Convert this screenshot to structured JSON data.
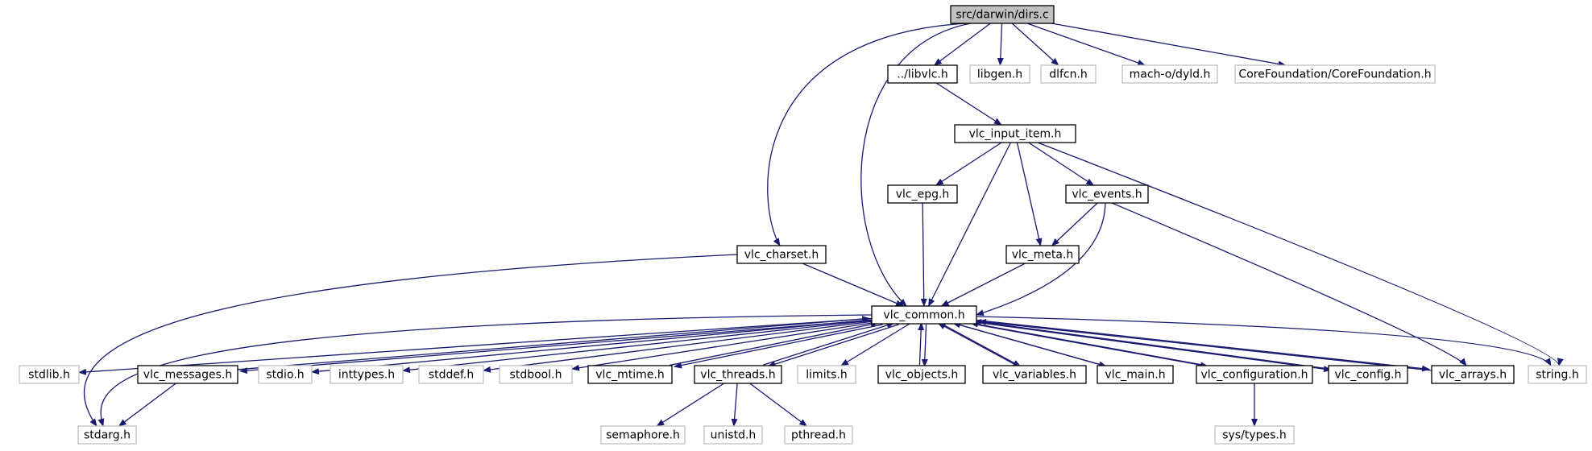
{
  "colors": {
    "edge": "#191970",
    "root_fill": "#bfbfbf",
    "root_border": "#000000",
    "local_border": "#000000",
    "external_border": "#bfbfbf",
    "external_text": "#4d4d4d"
  },
  "nodes": [
    {
      "id": "dirs_c",
      "label": "src/darwin/dirs.c",
      "kind": "root"
    },
    {
      "id": "libvlc_h",
      "label": "../libvlc.h",
      "kind": "local"
    },
    {
      "id": "libgen_h",
      "label": "libgen.h",
      "kind": "external"
    },
    {
      "id": "dlfcn_h",
      "label": "dlfcn.h",
      "kind": "external"
    },
    {
      "id": "dyld_h",
      "label": "mach-o/dyld.h",
      "kind": "external"
    },
    {
      "id": "cf_h",
      "label": "CoreFoundation/CoreFoundation.h",
      "kind": "external"
    },
    {
      "id": "input_item_h",
      "label": "vlc_input_item.h",
      "kind": "local"
    },
    {
      "id": "epg_h",
      "label": "vlc_epg.h",
      "kind": "local"
    },
    {
      "id": "events_h",
      "label": "vlc_events.h",
      "kind": "local"
    },
    {
      "id": "charset_h",
      "label": "vlc_charset.h",
      "kind": "local"
    },
    {
      "id": "meta_h",
      "label": "vlc_meta.h",
      "kind": "local"
    },
    {
      "id": "common_h",
      "label": "vlc_common.h",
      "kind": "local"
    },
    {
      "id": "stdlib_h",
      "label": "stdlib.h",
      "kind": "external"
    },
    {
      "id": "messages_h",
      "label": "vlc_messages.h",
      "kind": "local"
    },
    {
      "id": "stdio_h",
      "label": "stdio.h",
      "kind": "external"
    },
    {
      "id": "inttypes_h",
      "label": "inttypes.h",
      "kind": "external"
    },
    {
      "id": "stddef_h",
      "label": "stddef.h",
      "kind": "external"
    },
    {
      "id": "stdbool_h",
      "label": "stdbool.h",
      "kind": "external"
    },
    {
      "id": "mtime_h",
      "label": "vlc_mtime.h",
      "kind": "local"
    },
    {
      "id": "threads_h",
      "label": "vlc_threads.h",
      "kind": "local"
    },
    {
      "id": "limits_h",
      "label": "limits.h",
      "kind": "external"
    },
    {
      "id": "objects_h",
      "label": "vlc_objects.h",
      "kind": "local"
    },
    {
      "id": "variables_h",
      "label": "vlc_variables.h",
      "kind": "local"
    },
    {
      "id": "main_h",
      "label": "vlc_main.h",
      "kind": "local"
    },
    {
      "id": "configuration_h",
      "label": "vlc_configuration.h",
      "kind": "local"
    },
    {
      "id": "config_h",
      "label": "vlc_config.h",
      "kind": "local"
    },
    {
      "id": "arrays_h",
      "label": "vlc_arrays.h",
      "kind": "local"
    },
    {
      "id": "string_h",
      "label": "string.h",
      "kind": "external"
    },
    {
      "id": "stdarg_h",
      "label": "stdarg.h",
      "kind": "external"
    },
    {
      "id": "semaphore_h",
      "label": "semaphore.h",
      "kind": "external"
    },
    {
      "id": "unistd_h",
      "label": "unistd.h",
      "kind": "external"
    },
    {
      "id": "pthread_h",
      "label": "pthread.h",
      "kind": "external"
    },
    {
      "id": "sys_types_h",
      "label": "sys/types.h",
      "kind": "external"
    }
  ],
  "edges": [
    [
      "dirs_c",
      "libvlc_h"
    ],
    [
      "dirs_c",
      "libgen_h"
    ],
    [
      "dirs_c",
      "dlfcn_h"
    ],
    [
      "dirs_c",
      "dyld_h"
    ],
    [
      "dirs_c",
      "cf_h"
    ],
    [
      "dirs_c",
      "charset_h"
    ],
    [
      "dirs_c",
      "common_h"
    ],
    [
      "libvlc_h",
      "input_item_h"
    ],
    [
      "input_item_h",
      "epg_h"
    ],
    [
      "input_item_h",
      "events_h"
    ],
    [
      "input_item_h",
      "meta_h"
    ],
    [
      "input_item_h",
      "common_h"
    ],
    [
      "input_item_h",
      "string_h"
    ],
    [
      "epg_h",
      "common_h"
    ],
    [
      "events_h",
      "meta_h"
    ],
    [
      "events_h",
      "common_h"
    ],
    [
      "events_h",
      "arrays_h"
    ],
    [
      "meta_h",
      "common_h"
    ],
    [
      "charset_h",
      "common_h"
    ],
    [
      "charset_h",
      "stdarg_h"
    ],
    [
      "common_h",
      "stdlib_h"
    ],
    [
      "common_h",
      "messages_h"
    ],
    [
      "common_h",
      "stdio_h"
    ],
    [
      "common_h",
      "inttypes_h"
    ],
    [
      "common_h",
      "stddef_h"
    ],
    [
      "common_h",
      "stdbool_h"
    ],
    [
      "common_h",
      "mtime_h"
    ],
    [
      "common_h",
      "threads_h"
    ],
    [
      "common_h",
      "limits_h"
    ],
    [
      "common_h",
      "objects_h"
    ],
    [
      "common_h",
      "variables_h"
    ],
    [
      "common_h",
      "main_h"
    ],
    [
      "common_h",
      "configuration_h"
    ],
    [
      "common_h",
      "config_h"
    ],
    [
      "common_h",
      "arrays_h"
    ],
    [
      "common_h",
      "string_h"
    ],
    [
      "common_h",
      "stdarg_h"
    ],
    [
      "messages_h",
      "common_h"
    ],
    [
      "messages_h",
      "stdarg_h"
    ],
    [
      "mtime_h",
      "common_h"
    ],
    [
      "threads_h",
      "common_h"
    ],
    [
      "threads_h",
      "semaphore_h"
    ],
    [
      "threads_h",
      "unistd_h"
    ],
    [
      "threads_h",
      "pthread_h"
    ],
    [
      "objects_h",
      "common_h"
    ],
    [
      "variables_h",
      "common_h"
    ],
    [
      "main_h",
      "common_h"
    ],
    [
      "configuration_h",
      "common_h"
    ],
    [
      "configuration_h",
      "sys_types_h"
    ],
    [
      "config_h",
      "common_h"
    ],
    [
      "arrays_h",
      "common_h"
    ]
  ]
}
